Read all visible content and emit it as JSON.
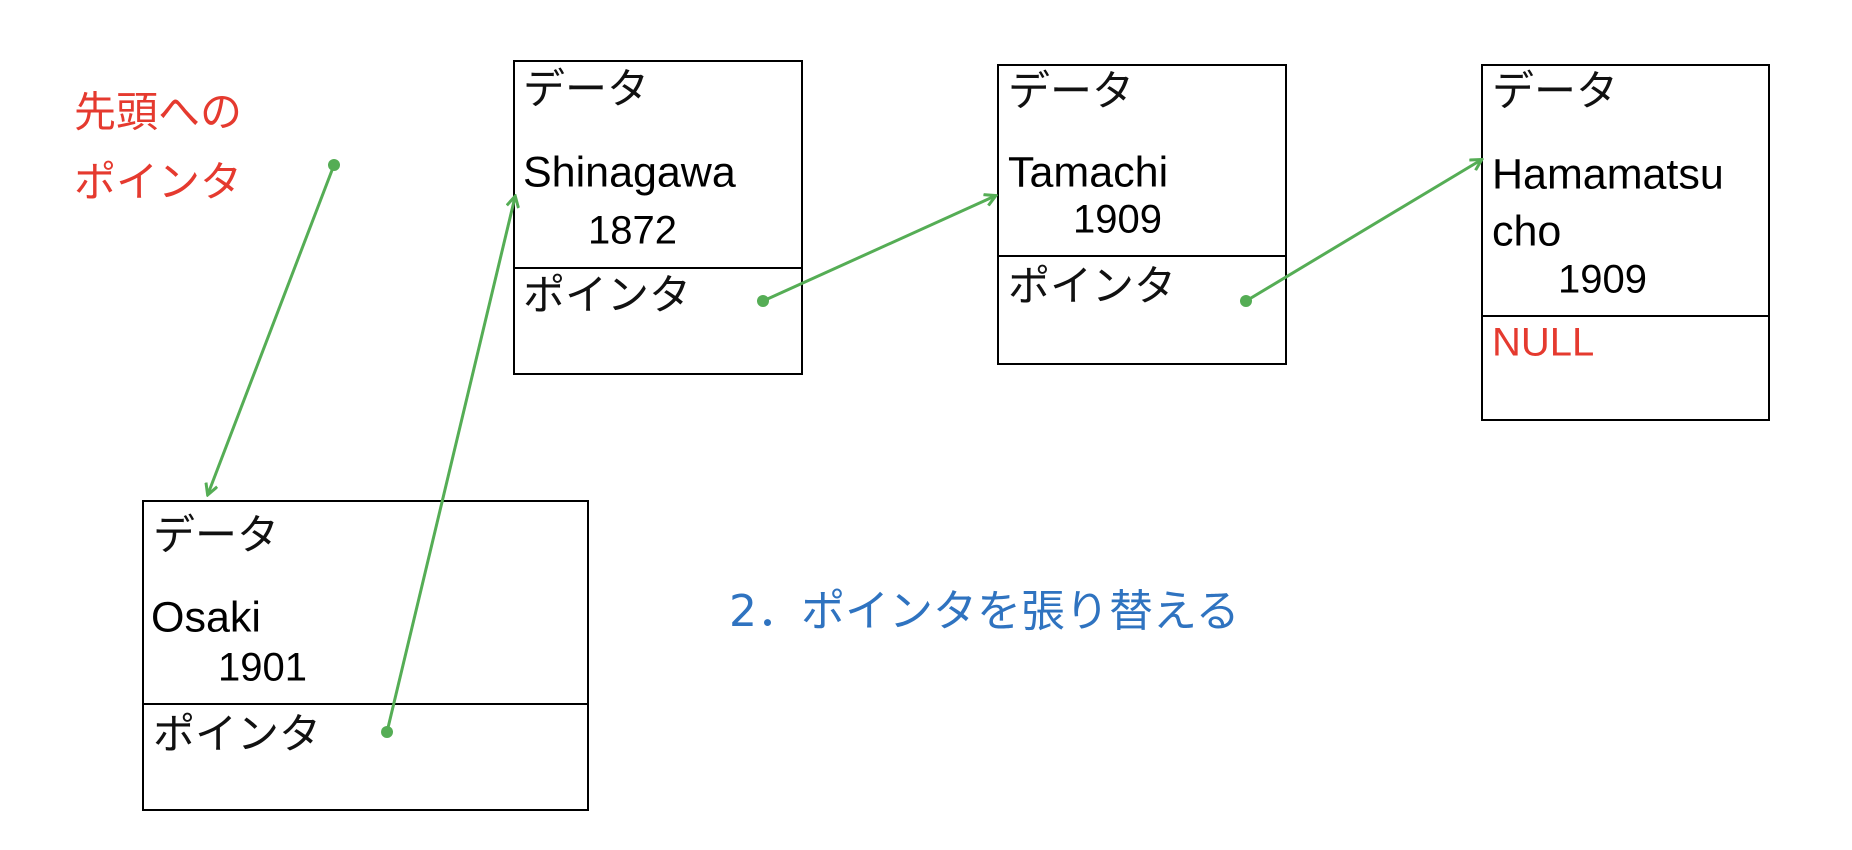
{
  "head_label": {
    "line1": "先頭への",
    "line2": "ポインタ",
    "color": "#e53a2f"
  },
  "caption": {
    "text": "2．ポインタを張り替える",
    "color": "#2f73c0"
  },
  "arrow_color": "#55ad55",
  "nodes": {
    "osaki": {
      "data_label": "データ",
      "name": "Osaki",
      "year": "1901",
      "pointer_label": "ポインタ"
    },
    "shinagawa": {
      "data_label": "データ",
      "name": "Shinagawa",
      "year": "1872",
      "pointer_label": "ポインタ"
    },
    "tamachi": {
      "data_label": "データ",
      "name": "Tamachi",
      "year": "1909",
      "pointer_label": "ポインタ"
    },
    "hamamatsucho": {
      "data_label": "データ",
      "name_line1": "Hamamatsu",
      "name_line2": "cho",
      "year": "1909",
      "pointer_value": "NULL",
      "null_color": "#e53a2f"
    }
  }
}
